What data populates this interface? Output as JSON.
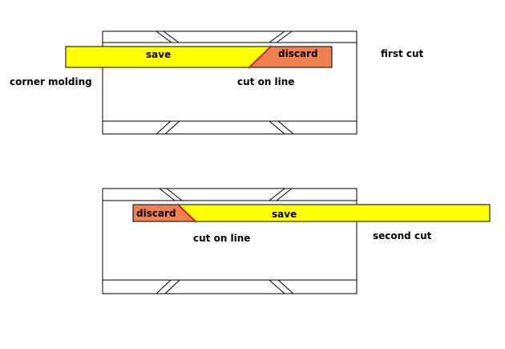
{
  "labels": {
    "corner_molding": "corner molding",
    "first_cut": "first cut",
    "second_cut": "second cut",
    "save": "save",
    "discard": "discard",
    "cut_on_line": "cut on line"
  },
  "colors": {
    "save_fill": "#ffff00",
    "discard_fill": "#f08050",
    "cut_line": "#cc1f2e",
    "outline": "#000000",
    "background": "#ffffff"
  }
}
